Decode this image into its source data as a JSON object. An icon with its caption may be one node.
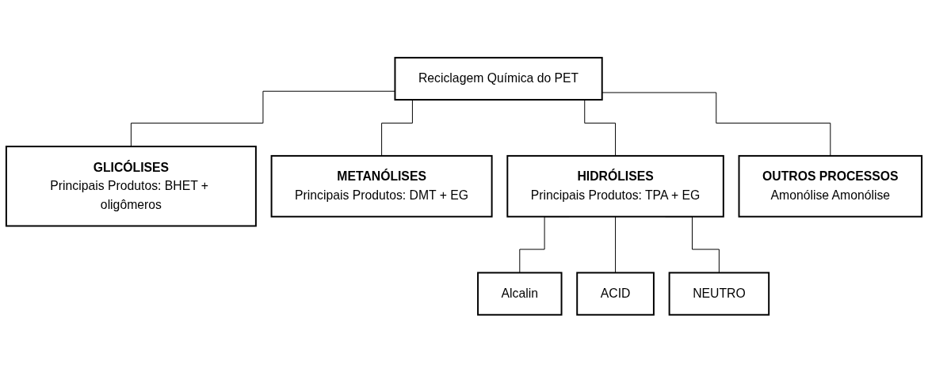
{
  "diagram": {
    "nodes": [
      {
        "text": [
          "Reciclagem Química do PET"
        ]
      },
      {
        "text": [
          "GLICÓLISES",
          "Principais Produtos: BHET + oligômeros"
        ]
      },
      {
        "text": [
          "METANÓLISES",
          "Principais Produtos: DMT + EG"
        ]
      },
      {
        "text": [
          "HIDRÓLISES",
          "Principais Produtos: TPA + EG"
        ]
      },
      {
        "text": [
          "OUTROS PROCESSOS",
          "Amonólise Amonólise"
        ]
      },
      {
        "text": [
          "Alcalin"
        ]
      },
      {
        "text": [
          "ACID"
        ]
      },
      {
        "text": [
          "NEUTRO"
        ]
      }
    ],
    "edges": [
      {
        "from": 0,
        "to": 1,
        "arrow": "none"
      },
      {
        "from": 0,
        "to": 2,
        "arrow": "none"
      },
      {
        "from": 0,
        "to": 3,
        "arrow": "none"
      },
      {
        "from": 0,
        "to": 4,
        "arrow": "none"
      },
      {
        "from": 3,
        "to": 5,
        "arrow": "none"
      },
      {
        "from": 3,
        "to": 6,
        "arrow": "none"
      },
      {
        "from": 3,
        "to": 7,
        "arrow": "none"
      }
    ]
  }
}
